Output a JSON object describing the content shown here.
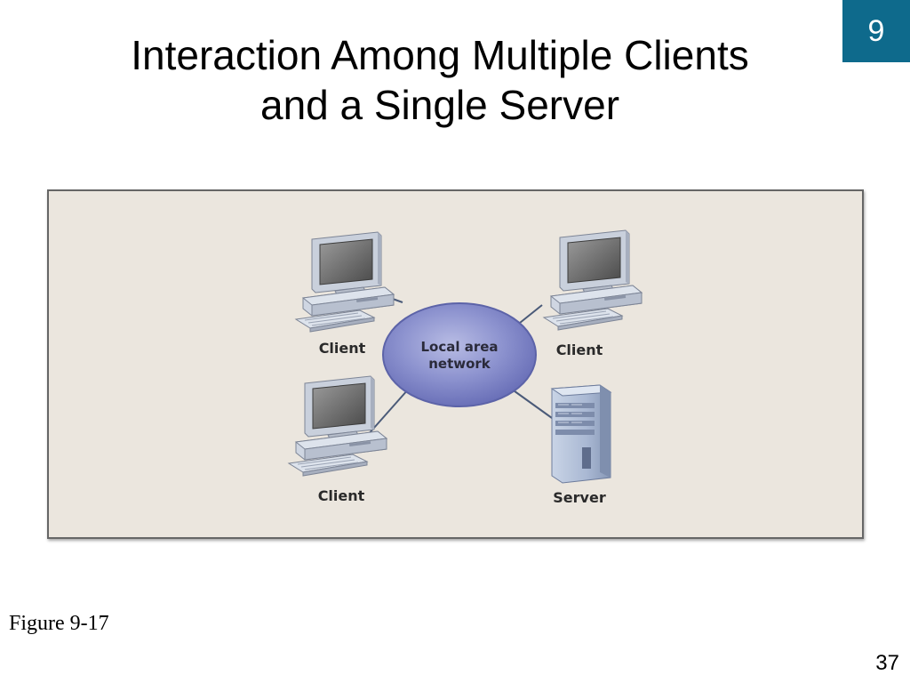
{
  "slide": {
    "chapter_number": "9",
    "title_line1": "Interaction Among Multiple Clients",
    "title_line2": "and a Single Server",
    "figure_caption": "Figure 9-17",
    "page_number": "37"
  },
  "diagram": {
    "network_label_line1": "Local area",
    "network_label_line2": "network",
    "nodes": [
      {
        "id": "client-top-left",
        "type": "desktop-computer-icon",
        "label": "Client"
      },
      {
        "id": "client-top-right",
        "type": "desktop-computer-icon",
        "label": "Client"
      },
      {
        "id": "client-bottom-left",
        "type": "desktop-computer-icon",
        "label": "Client"
      },
      {
        "id": "server",
        "type": "server-tower-icon",
        "label": "Server"
      }
    ]
  }
}
